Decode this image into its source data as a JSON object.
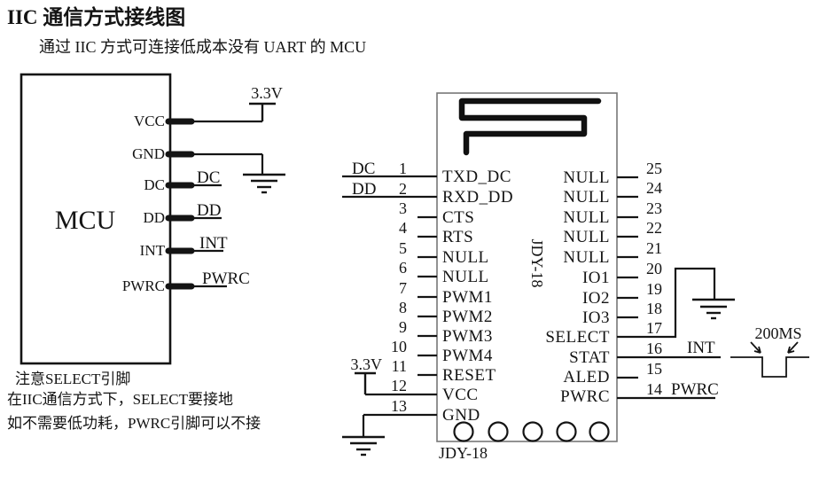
{
  "page": {
    "title": "IIC 通信方式接线图",
    "subtitle": "通过 IIC 方式可连接低成本没有 UART 的 MCU"
  },
  "colors": {
    "ink": "#141414",
    "module_border": "#777777",
    "background": "#ffffff"
  },
  "symbols": {
    "antenna": "meander-antenna-icon",
    "ground": "earth-ground-symbol",
    "power": "power-tap-symbol"
  },
  "mcu": {
    "label": "MCU",
    "power_label": "3.3V",
    "pins": [
      {
        "name": "VCC"
      },
      {
        "name": "GND"
      },
      {
        "name": "DC",
        "net": "DC"
      },
      {
        "name": "DD",
        "net": "DD"
      },
      {
        "name": "INT",
        "net": "INT"
      },
      {
        "name": "PWRC",
        "net": "PWRC"
      }
    ]
  },
  "module": {
    "name": "JDY-18",
    "vertical_label": "JDY-18",
    "bottom_label": "JDY-18",
    "power_label": "3.3V",
    "left_pins": [
      {
        "num": "1",
        "label": "TXD_DC",
        "net": "DC"
      },
      {
        "num": "2",
        "label": "RXD_DD",
        "net": "DD"
      },
      {
        "num": "3",
        "label": "CTS"
      },
      {
        "num": "4",
        "label": "RTS"
      },
      {
        "num": "5",
        "label": "NULL"
      },
      {
        "num": "6",
        "label": "NULL"
      },
      {
        "num": "7",
        "label": "PWM1"
      },
      {
        "num": "8",
        "label": "PWM2"
      },
      {
        "num": "9",
        "label": "PWM3"
      },
      {
        "num": "10",
        "label": "PWM4"
      },
      {
        "num": "11",
        "label": "RESET"
      },
      {
        "num": "12",
        "label": "VCC"
      },
      {
        "num": "13",
        "label": "GND"
      }
    ],
    "right_pins": [
      {
        "num": "25",
        "label": "NULL"
      },
      {
        "num": "24",
        "label": "NULL"
      },
      {
        "num": "23",
        "label": "NULL"
      },
      {
        "num": "22",
        "label": "NULL"
      },
      {
        "num": "21",
        "label": "NULL"
      },
      {
        "num": "20",
        "label": "IO1"
      },
      {
        "num": "19",
        "label": "IO2"
      },
      {
        "num": "18",
        "label": "IO3"
      },
      {
        "num": "17",
        "label": "SELECT"
      },
      {
        "num": "16",
        "label": "STAT",
        "net": "INT"
      },
      {
        "num": "15",
        "label": "ALED"
      },
      {
        "num": "14",
        "label": "PWRC",
        "net": "PWRC"
      }
    ]
  },
  "pulse": {
    "label": "200MS"
  },
  "notes": [
    "注意SELECT引脚",
    "在IIC通信方式下，SELECT要接地",
    "如不需要低功耗，PWRC引脚可以不接"
  ]
}
